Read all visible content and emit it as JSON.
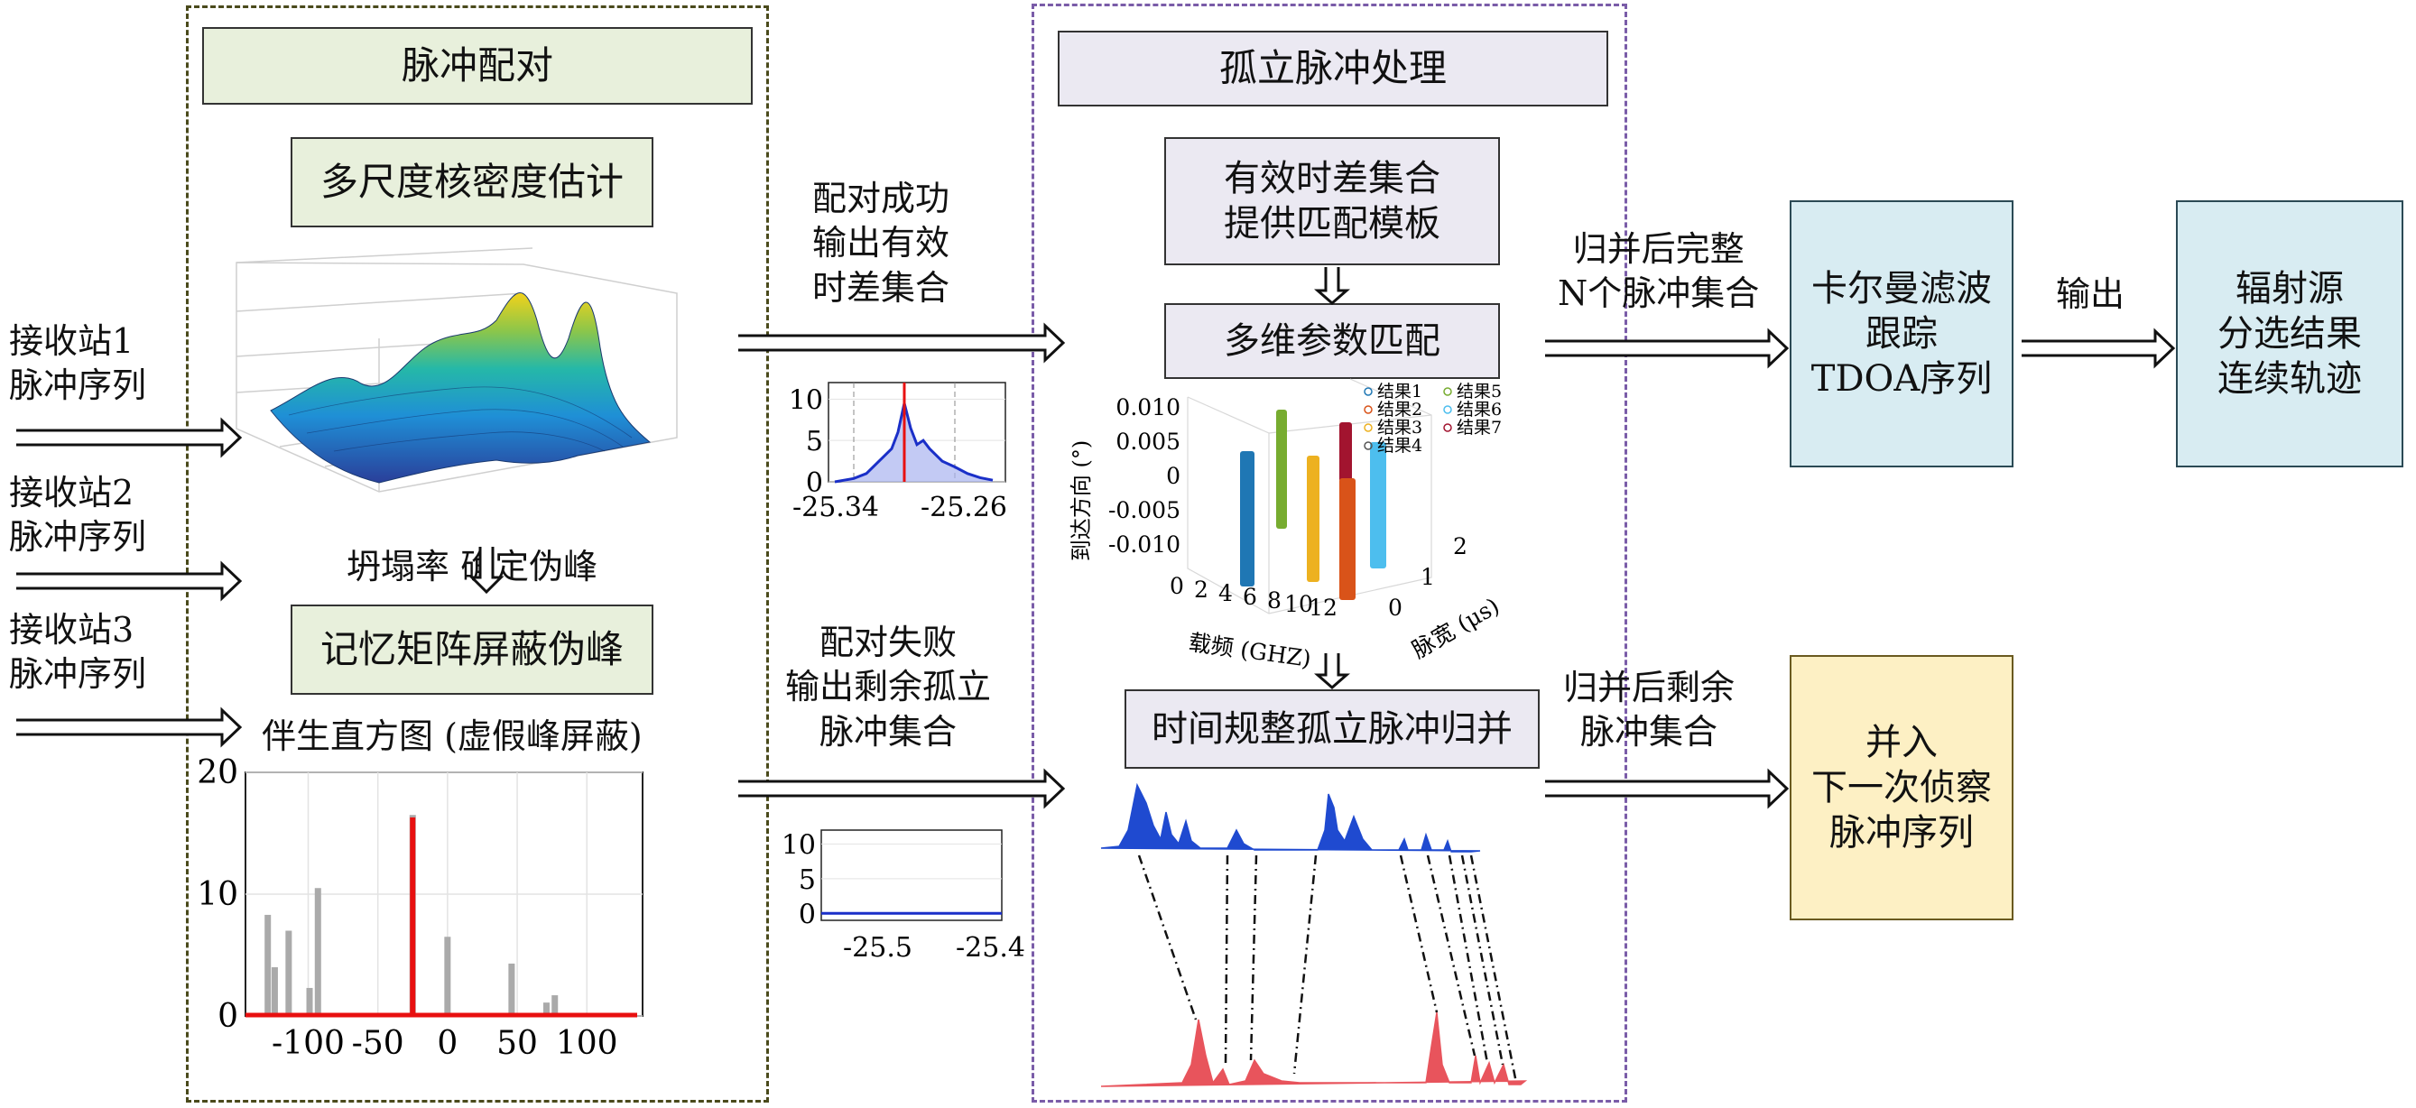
{
  "regions": {
    "left_title": "脉冲配对",
    "mid_title": "孤立脉冲处理"
  },
  "boxes": {
    "kde": "多尺度核密度估计",
    "memory": "记忆矩阵屏蔽伪峰",
    "valid_set_1": "有效时差集合",
    "valid_set_2": "提供匹配模板",
    "multi_match": "多维参数匹配",
    "time_merge": "时间规整孤立脉冲归并",
    "kalman_1": "卡尔曼滤波",
    "kalman_2": "跟踪",
    "kalman_3": "TDOA序列",
    "result_1": "辐射源",
    "result_2": "分选结果",
    "result_3": "连续轨迹",
    "next_1": "并入",
    "next_2": "下一次侦察",
    "next_3": "脉冲序列"
  },
  "inputs": [
    {
      "line1": "接收站1",
      "line2": "脉冲序列"
    },
    {
      "line1": "接收站2",
      "line2": "脉冲序列"
    },
    {
      "line1": "接收站3",
      "line2": "脉冲序列"
    }
  ],
  "labels": {
    "collapse": "坍塌率 确定伪峰",
    "hist_title": "伴生直方图 (虚假峰屏蔽)",
    "pair_success": [
      "配对成功",
      "输出有效",
      "时差集合"
    ],
    "pair_fail": [
      "配对失败",
      "输出剩余孤立",
      "脉冲集合"
    ],
    "merge_complete": [
      "归并后完整",
      "N个脉冲集合"
    ],
    "merge_remain": [
      "归并后剩余",
      "脉冲集合"
    ],
    "output": "输出"
  },
  "scatter3d": {
    "legend": [
      "结果1",
      "结果2",
      "结果3",
      "结果4",
      "结果5",
      "结果6",
      "结果7"
    ],
    "legend_colors": [
      "#1f77b4",
      "#d95319",
      "#edb120",
      "#555555",
      "#77ac30",
      "#4dbeee",
      "#a2142f"
    ],
    "zlabel": "到达方向 (°)",
    "xlabel": "载频 (GHZ)",
    "ylabel": "脉宽 (μs)",
    "zticks": [
      "0.010",
      "0.005",
      "0",
      "-0.005",
      "-0.010"
    ],
    "xticks": [
      "0",
      "2",
      "4",
      "6",
      "8",
      "10",
      "12"
    ],
    "yticks": [
      "0",
      "1",
      "2"
    ]
  },
  "chart_data": [
    {
      "type": "bar",
      "title": "伴生直方图 (虚假峰屏蔽)",
      "xlabel": "",
      "ylabel": "",
      "xlim": [
        -145,
        140
      ],
      "ylim": [
        0,
        20
      ],
      "xticks": [
        -100,
        -50,
        0,
        50,
        100
      ],
      "yticks": [
        0,
        10,
        20
      ],
      "tick_labels_x": [
        "-100",
        "-50",
        "0",
        "50",
        "100"
      ],
      "tick_labels_y": [
        "0",
        "10",
        "20"
      ],
      "series": [
        {
          "color": "#aaaaaa",
          "x": [
            -129,
            -124,
            -114,
            -99,
            -93,
            -25,
            0,
            46,
            71,
            77
          ],
          "values": [
            8.3,
            4,
            7,
            2.3,
            10.5,
            16.5,
            6.5,
            4.3,
            1.1,
            1.7
          ]
        },
        {
          "color": "#e81010",
          "x": [
            -25
          ],
          "values": [
            16.3
          ]
        }
      ],
      "grid": true
    },
    {
      "type": "area",
      "xlim": [
        -25.36,
        -25.22
      ],
      "ylim": [
        0,
        12
      ],
      "xtick_labels": [
        "-25.34",
        "-25.26"
      ],
      "ytick_labels": [
        "0",
        "5",
        "10"
      ],
      "x": [
        -25.355,
        -25.34,
        -25.33,
        -25.32,
        -25.31,
        -25.305,
        -25.3,
        -25.295,
        -25.29,
        -25.285,
        -25.28,
        -25.27,
        -25.26,
        -25.25,
        -25.24,
        -25.23
      ],
      "values": [
        0,
        0.4,
        1.0,
        2.5,
        4.0,
        6.0,
        9.5,
        6.5,
        4.5,
        5.0,
        4.0,
        2.5,
        1.8,
        1.0,
        0.5,
        0.2
      ],
      "marker_x": -25.3,
      "grid": true
    },
    {
      "type": "line",
      "xlim": [
        -25.55,
        -25.39
      ],
      "ylim": [
        -1,
        12
      ],
      "xtick_labels": [
        "-25.5",
        "-25.4"
      ],
      "ytick_labels": [
        "0",
        "5",
        "10"
      ],
      "x": [
        -25.55,
        -25.39
      ],
      "values": [
        0,
        0
      ],
      "grid": true
    }
  ]
}
